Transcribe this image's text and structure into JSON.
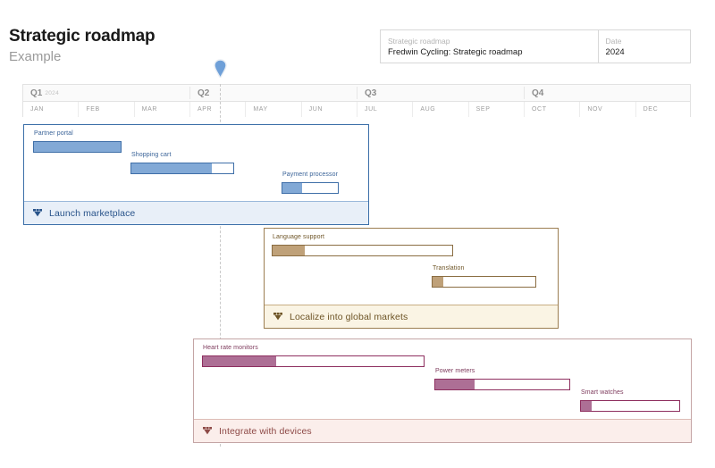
{
  "document": {
    "title": "Strategic roadmap",
    "subtitle": "Example"
  },
  "meta": {
    "project_label": "Strategic roadmap",
    "project_value": "Fredwin Cycling: Strategic roadmap",
    "date_label": "Date",
    "date_value": "2024"
  },
  "timeline": {
    "quarters": [
      {
        "label": "Q1",
        "year": "2024"
      },
      {
        "label": "Q2",
        "year": ""
      },
      {
        "label": "Q3",
        "year": ""
      },
      {
        "label": "Q4",
        "year": ""
      }
    ],
    "months": [
      "JAN",
      "FEB",
      "MAR",
      "APR",
      "MAY",
      "JUN",
      "JUL",
      "AUG",
      "SEP",
      "OCT",
      "NOV",
      "DEC"
    ],
    "marker_icon": "map-pin-marker"
  },
  "lanes": [
    {
      "name": "Launch marketplace",
      "theme": "blue",
      "collapse_icon": "collapse-tree-icon",
      "accent": "#3b6ea8",
      "fill": "#82a9d6",
      "footer_bg": "#e8eff8",
      "tasks": [
        {
          "label": "Partner portal",
          "progress_pct": 100
        },
        {
          "label": "Shopping cart",
          "progress_pct": 79
        },
        {
          "label": "Payment processor",
          "progress_pct": 36
        }
      ]
    },
    {
      "name": "Localize into global markets",
      "theme": "tan",
      "collapse_icon": "collapse-tree-icon",
      "accent": "#9c7e52",
      "fill": "#bfa179",
      "footer_bg": "#faf4e4",
      "tasks": [
        {
          "label": "Language support",
          "progress_pct": 18
        },
        {
          "label": "Translation",
          "progress_pct": 10
        }
      ]
    },
    {
      "name": "Integrate with devices",
      "theme": "rose",
      "collapse_icon": "collapse-tree-icon",
      "accent": "#c4a5a5",
      "fill": "#ad6f95",
      "footer_bg": "#fbeeeb",
      "tasks": [
        {
          "label": "Heart rate monitors",
          "progress_pct": 33
        },
        {
          "label": "Power meters",
          "progress_pct": 29
        },
        {
          "label": "Smart watches",
          "progress_pct": 11
        }
      ]
    }
  ]
}
